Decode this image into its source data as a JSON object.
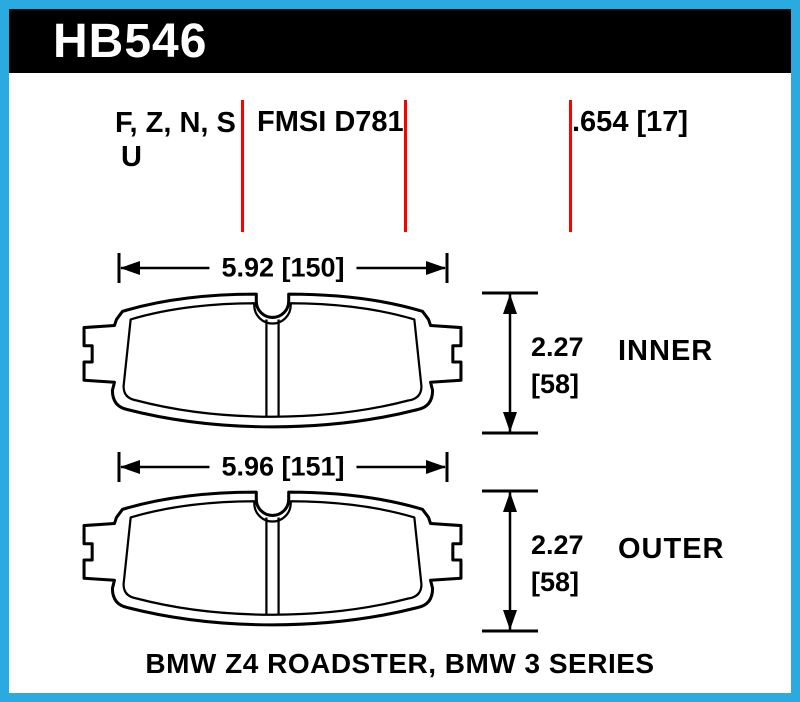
{
  "part_number": "HB546",
  "specs": {
    "compounds_line1": "F, Z, N, S",
    "compounds_line2": "U",
    "fmsi": "FMSI D781",
    "thickness": ".654 [17]"
  },
  "inner": {
    "width": "5.92 [150]",
    "height_line1": "2.27",
    "height_line2": "[58]",
    "label": "INNER"
  },
  "outer": {
    "width": "5.96 [151]",
    "height_line1": "2.27",
    "height_line2": "[58]",
    "label": "OUTER"
  },
  "application": "BMW Z4 ROADSTER, BMW 3 SERIES",
  "colors": {
    "frame_blue": "#29abe2",
    "header_bg": "#000000",
    "header_text": "#ffffff",
    "callout_red": "#ff0000",
    "line_black": "#000000",
    "background": "#ffffff"
  }
}
